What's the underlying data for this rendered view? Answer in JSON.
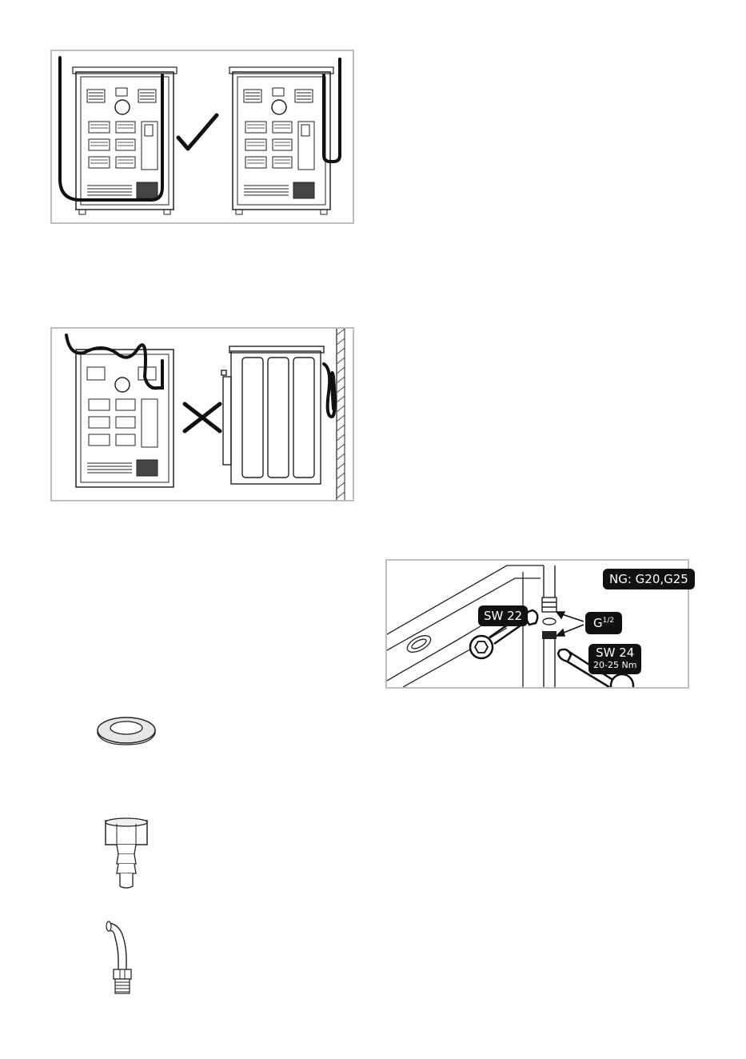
{
  "figure_hose_routing_correct": {
    "status_icon": "check-mark-icon"
  },
  "figure_hose_routing_wrong": {
    "status_icon": "cross-mark-icon"
  },
  "figure_gas_connection": {
    "gas_type_label": "NG: G20,G25",
    "wrench_small_label": "SW 22",
    "thread_label_base": "G",
    "thread_label_sup": "1/2",
    "wrench_large_label": "SW 24",
    "torque_label": "20-25 Nm"
  },
  "parts": [
    {
      "icon": "sealing-washer-icon"
    },
    {
      "icon": "hose-nozzle-fitting-icon"
    },
    {
      "icon": "elbow-pipe-fitting-icon"
    }
  ]
}
